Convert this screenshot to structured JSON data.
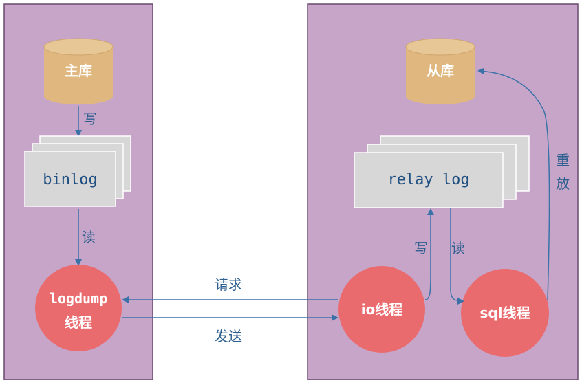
{
  "colors": {
    "panel_fill": "#c6a5c9",
    "panel_stroke": "#6a4a6f",
    "db_fill": "#dfb77f",
    "db_top": "#e8c796",
    "log_fill": "#d7d7d7",
    "thread_fill": "#ea6b6e",
    "arrow": "#3a72a8",
    "label_blue": "#2d5f8f"
  },
  "master": {
    "db_label": "主库",
    "write_label": "写",
    "binlog_label": "binlog",
    "read_label": "读",
    "thread_label_1": "logdump",
    "thread_label_2": "线程"
  },
  "network": {
    "request_label": "请求",
    "send_label": "发送"
  },
  "slave": {
    "db_label": "从库",
    "relay_label": "relay log",
    "io_thread_label": "io线程",
    "sql_thread_label": "sql线程",
    "write_label": "写",
    "read_label": "读",
    "replay_label_1": "重",
    "replay_label_2": "放"
  }
}
